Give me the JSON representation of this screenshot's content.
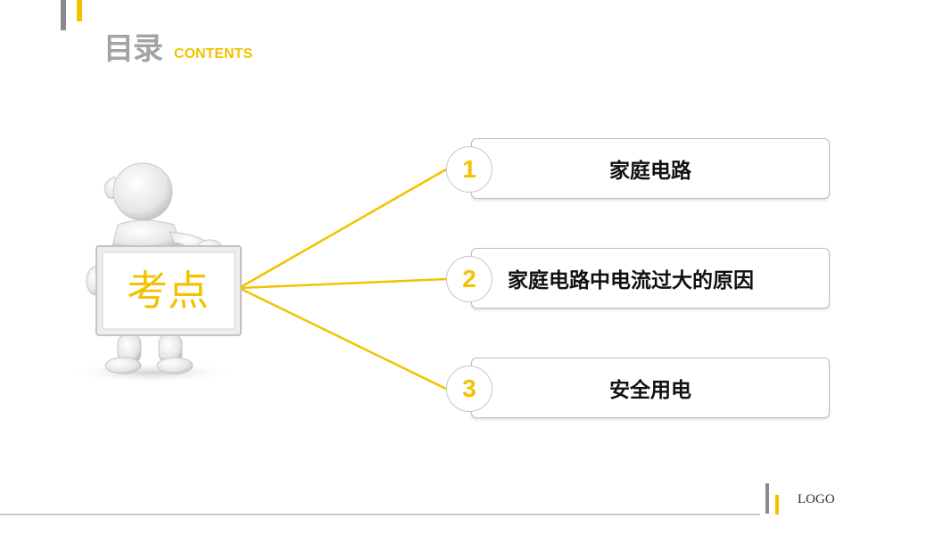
{
  "header": {
    "title": "目录",
    "subtitle": "CONTENTS"
  },
  "figure": {
    "sign_text": "考点",
    "icon": "person-holding-sign-icon"
  },
  "items": [
    {
      "number": "1",
      "label": "家庭电路"
    },
    {
      "number": "2",
      "label": "家庭电路中电流过大的原因"
    },
    {
      "number": "3",
      "label": "安全用电"
    }
  ],
  "footer": {
    "logo": "LOGO"
  },
  "colors": {
    "accent": "#f2c200",
    "title_gray": "#a3a3a3",
    "border_gray": "#bdbdbd"
  }
}
